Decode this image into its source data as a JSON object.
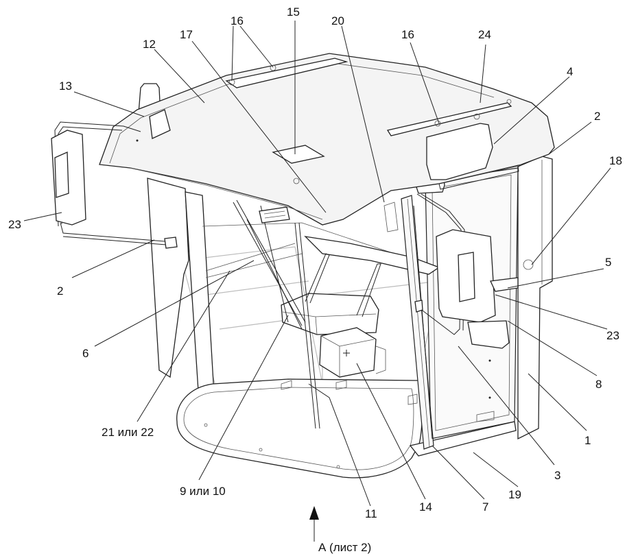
{
  "labels": {
    "l1": "1",
    "l2a": "2",
    "l2b": "2",
    "l3": "3",
    "l4": "4",
    "l5": "5",
    "l6": "6",
    "l7": "7",
    "l8": "8",
    "l9": "9 или 10",
    "l11": "11",
    "l12": "12",
    "l13": "13",
    "l14": "14",
    "l15": "15",
    "l16a": "16",
    "l16b": "16",
    "l17": "17",
    "l18": "18",
    "l19": "19",
    "l20": "20",
    "l21": "21 или 22",
    "l23a": "23",
    "l23b": "23",
    "l24": "24",
    "view": "А (лист 2)"
  }
}
